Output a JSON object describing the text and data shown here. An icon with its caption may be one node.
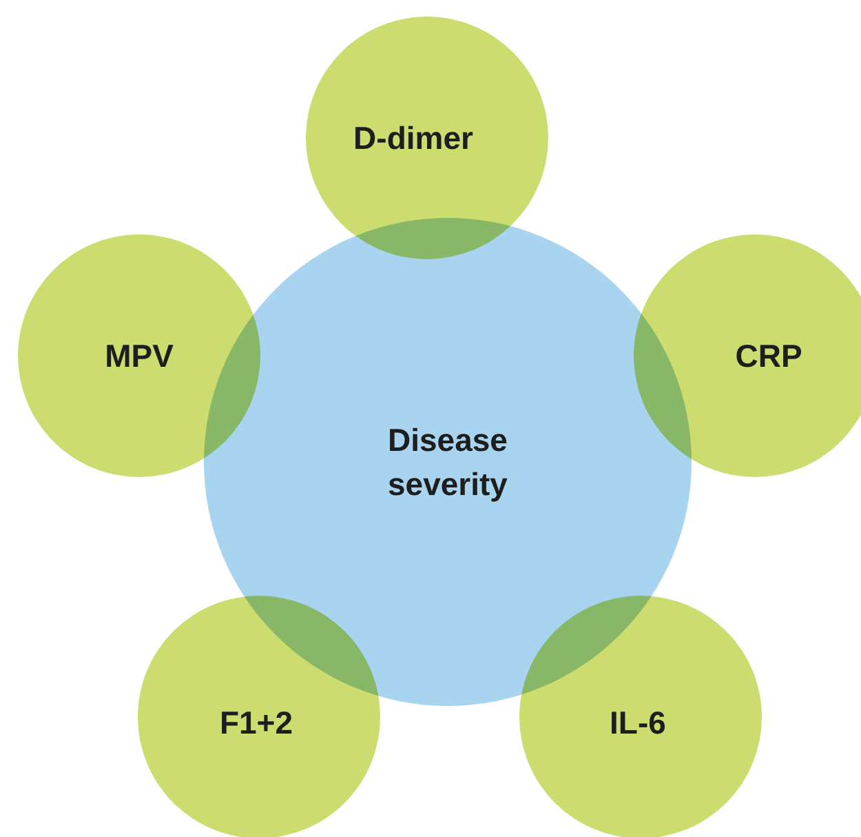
{
  "diagram": {
    "nodes": [
      {
        "text": [
          "D-dimer"
        ]
      },
      {
        "text": [
          "MPV"
        ]
      },
      {
        "text": [
          "CRP"
        ]
      },
      {
        "text": [
          "Disease severity"
        ]
      },
      {
        "text": [
          "F1+2"
        ]
      },
      {
        "text": [
          "IL-6"
        ]
      }
    ]
  }
}
